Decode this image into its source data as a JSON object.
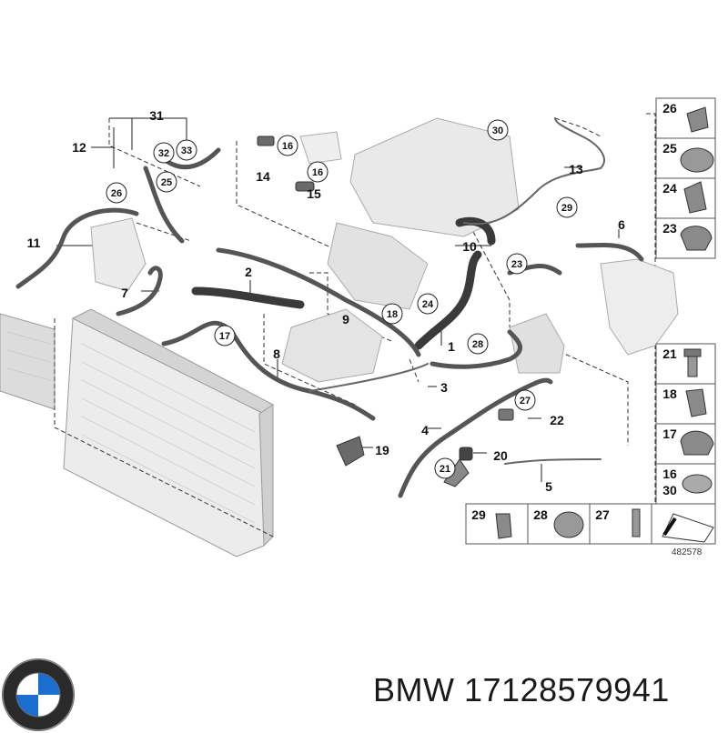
{
  "diagram": {
    "reference_number": "482578",
    "callouts": [
      {
        "id": "c1",
        "label": "1",
        "circled": false
      },
      {
        "id": "c2",
        "label": "2",
        "circled": false
      },
      {
        "id": "c3",
        "label": "3",
        "circled": false
      },
      {
        "id": "c4",
        "label": "4",
        "circled": false
      },
      {
        "id": "c5",
        "label": "5",
        "circled": false
      },
      {
        "id": "c6",
        "label": "6",
        "circled": false
      },
      {
        "id": "c7",
        "label": "7",
        "circled": false
      },
      {
        "id": "c8",
        "label": "8",
        "circled": false
      },
      {
        "id": "c9",
        "label": "9",
        "circled": false
      },
      {
        "id": "c10",
        "label": "10",
        "circled": false
      },
      {
        "id": "c11",
        "label": "11",
        "circled": false
      },
      {
        "id": "c12",
        "label": "12",
        "circled": false
      },
      {
        "id": "c13",
        "label": "13",
        "circled": false
      },
      {
        "id": "c14",
        "label": "14",
        "circled": false
      },
      {
        "id": "c15",
        "label": "15",
        "circled": false
      },
      {
        "id": "c19",
        "label": "19",
        "circled": false
      },
      {
        "id": "c20",
        "label": "20",
        "circled": false
      },
      {
        "id": "c22",
        "label": "22",
        "circled": false
      },
      {
        "id": "c31",
        "label": "31",
        "circled": false
      },
      {
        "id": "cc16a",
        "label": "16",
        "circled": true
      },
      {
        "id": "cc16b",
        "label": "16",
        "circled": true
      },
      {
        "id": "cc17",
        "label": "17",
        "circled": true
      },
      {
        "id": "cc18",
        "label": "18",
        "circled": true
      },
      {
        "id": "cc21",
        "label": "21",
        "circled": true
      },
      {
        "id": "cc23",
        "label": "23",
        "circled": true
      },
      {
        "id": "cc24",
        "label": "24",
        "circled": true
      },
      {
        "id": "cc25",
        "label": "25",
        "circled": true
      },
      {
        "id": "cc26",
        "label": "26",
        "circled": true
      },
      {
        "id": "cc27",
        "label": "27",
        "circled": true
      },
      {
        "id": "cc28",
        "label": "28",
        "circled": true
      },
      {
        "id": "cc29",
        "label": "29",
        "circled": true
      },
      {
        "id": "cc30",
        "label": "30",
        "circled": true
      },
      {
        "id": "cc32",
        "label": "32",
        "circled": true
      },
      {
        "id": "cc33",
        "label": "33",
        "circled": true
      }
    ],
    "right_panel": [
      "26",
      "25",
      "24",
      "23",
      "21",
      "18",
      "17",
      "16\n30"
    ],
    "bottom_panel": [
      "29",
      "28",
      "27"
    ]
  },
  "footer": {
    "brand": "BMW",
    "part_number": "17128579941"
  },
  "icons": [
    "bmw-logo-icon"
  ]
}
